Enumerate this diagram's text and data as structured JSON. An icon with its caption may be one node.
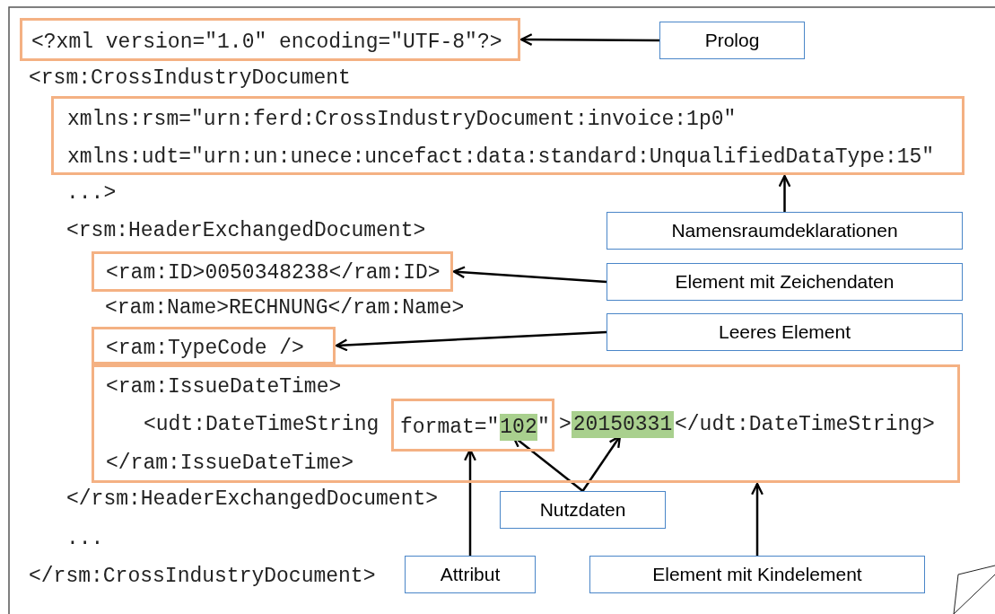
{
  "diagram": {
    "nodes": [
      {
        "text": [
          "<?xml version=\"1.0\" encoding=\"UTF-8\"?>"
        ]
      },
      {
        "text": [
          "xmlns:rsm=\"urn:ferd:CrossIndustryDocument:invoice:1p0\"",
          "xmlns:udt=\"urn:un:unece:uncefact:data:standard:UnqualifiedDataType:15\""
        ]
      },
      {
        "text": [
          "<ram:ID>0050348238</ram:ID>"
        ]
      },
      {
        "text": [
          "<ram:TypeCode />"
        ]
      },
      {
        "text": [
          "<ram:IssueDateTime>",
          "<udt:DateTimeString",
          ">",
          "</udt:DateTimeString>",
          "</ram:IssueDateTime>"
        ]
      },
      {
        "text": [
          "format=\"",
          "\""
        ],
        "in": 4
      },
      {
        "text": [
          "102"
        ],
        "in": 5
      },
      {
        "text": [
          "20150331"
        ],
        "in": 4
      },
      {
        "text": [
          "Prolog"
        ]
      },
      {
        "text": [
          "Namensraumdeklarationen"
        ]
      },
      {
        "text": [
          "Element mit Zeichendaten"
        ]
      },
      {
        "text": [
          "Leeres Element"
        ]
      },
      {
        "text": [
          "Nutzdaten"
        ]
      },
      {
        "text": [
          "Attribut"
        ]
      },
      {
        "text": [
          "Element mit Kindelement"
        ]
      }
    ],
    "edges": [
      {
        "from": 8,
        "to": 0,
        "arrow": "to"
      },
      {
        "from": 9,
        "to": 1,
        "arrow": "to"
      },
      {
        "from": 10,
        "to": 2,
        "arrow": "to"
      },
      {
        "from": 11,
        "to": 3,
        "arrow": "to"
      },
      {
        "from": 12,
        "to": 6,
        "arrow": "to"
      },
      {
        "from": 12,
        "to": 7,
        "arrow": "to"
      },
      {
        "from": 13,
        "to": 5,
        "arrow": "to"
      },
      {
        "from": 14,
        "to": 4,
        "arrow": "to"
      }
    ],
    "labels": [
      "<rsm:CrossIndustryDocument",
      "...>",
      "<rsm:HeaderExchangedDocument>",
      "<ram:Name>RECHNUNG</ram:Name>",
      "</rsm:HeaderExchangedDocument>",
      "...",
      "</rsm:CrossIndustryDocument>"
    ]
  }
}
